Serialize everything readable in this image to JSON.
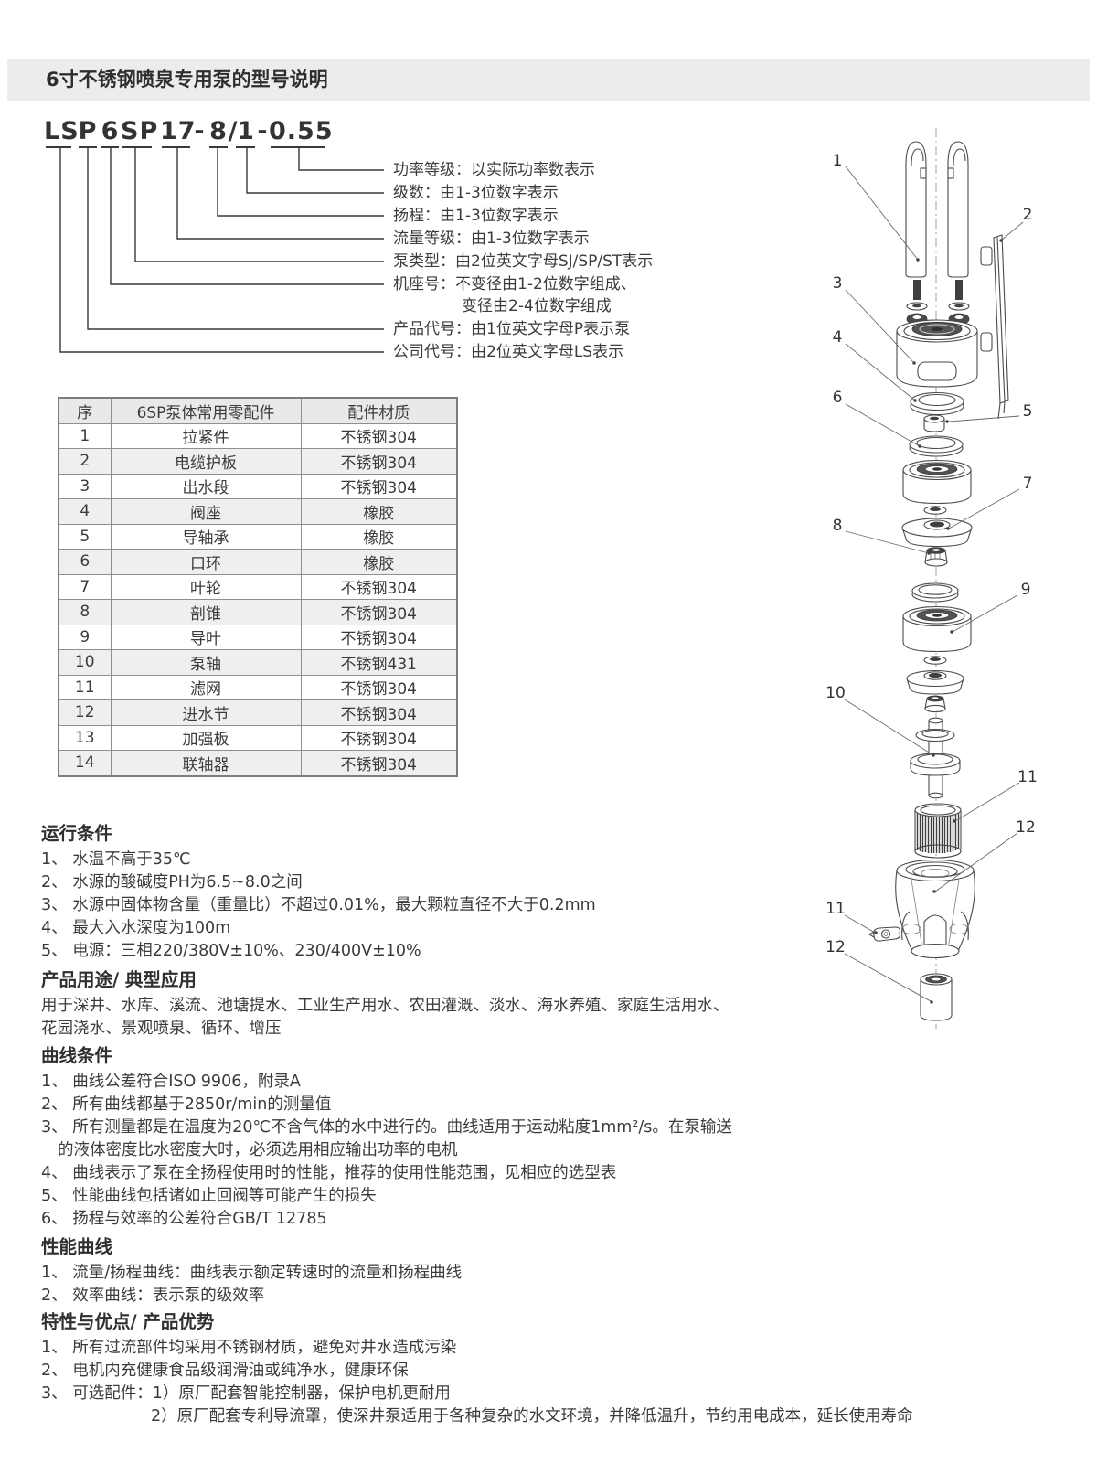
{
  "page": {
    "title": "6寸不锈钢喷泉专用泵的型号说明"
  },
  "model": {
    "code_tokens": [
      {
        "t": "LS"
      },
      {
        "t": "P"
      },
      {
        "t": "6"
      },
      {
        "t": "SP"
      },
      {
        "t": "17"
      },
      {
        "t": "-"
      },
      {
        "t": "8"
      },
      {
        "t": "/"
      },
      {
        "t": "1"
      },
      {
        "t": "-"
      },
      {
        "t": "0.55"
      }
    ],
    "labels": [
      "功率等级：以实际功率数表示",
      "级数：由1-3位数字表示",
      "扬程：由1-3位数字表示",
      "流量等级：由1-3位数字表示",
      "泵类型：由2位英文字母SJ/SP/ST表示",
      "机座号：不变径由1-2位数字组成、",
      "变径由2-4位数字组成",
      "产品代号：由1位英文字母P表示泵",
      "公司代号：由2位英文字母LS表示"
    ]
  },
  "parts_table": {
    "headers": [
      "序",
      "6SP泵体常用零配件",
      "配件材质"
    ],
    "rows": [
      [
        "1",
        "拉紧件",
        "不锈钢304"
      ],
      [
        "2",
        "电缆护板",
        "不锈钢304"
      ],
      [
        "3",
        "出水段",
        "不锈钢304"
      ],
      [
        "4",
        "阀座",
        "橡胶"
      ],
      [
        "5",
        "导轴承",
        "橡胶"
      ],
      [
        "6",
        "口环",
        "橡胶"
      ],
      [
        "7",
        "叶轮",
        "不锈钢304"
      ],
      [
        "8",
        "剖锥",
        "不锈钢304"
      ],
      [
        "9",
        "导叶",
        "不锈钢304"
      ],
      [
        "10",
        "泵轴",
        "不锈钢431"
      ],
      [
        "11",
        "滤网",
        "不锈钢304"
      ],
      [
        "12",
        "进水节",
        "不锈钢304"
      ],
      [
        "13",
        "加强板",
        "不锈钢304"
      ],
      [
        "14",
        "联轴器",
        "不锈钢304"
      ]
    ]
  },
  "diagram": {
    "callouts": [
      "1",
      "2",
      "3",
      "4",
      "5",
      "6",
      "7",
      "8",
      "9",
      "10",
      "11",
      "12",
      "11",
      "12"
    ]
  },
  "sections": [
    {
      "heading": "运行条件",
      "items": [
        "1、 水温不高于35℃",
        "2、 水源的酸碱度PH为6.5~8.0之间",
        "3、 水源中固体物含量（重量比）不超过0.01%，最大颗粒直径不大于0.2mm",
        "4、 最大入水深度为100m",
        "5、 电源：三相220/380V±10%、230/400V±10%"
      ]
    },
    {
      "heading": "产品用途/ 典型应用",
      "items": [
        "用于深井、水库、溪流、池塘提水、工业生产用水、农田灌溉、淡水、海水养殖、家庭生活用水、",
        "花园浇水、景观喷泉、循环、增压"
      ]
    },
    {
      "heading": "曲线条件",
      "items": [
        "1、 曲线公差符合ISO 9906，附录A",
        "2、 所有曲线都基于2850r/min的测量值",
        "3、 所有测量都是在温度为20℃不含气体的水中进行的。曲线适用于运动粘度1mm²/s。在泵输送",
        "的液体密度比水密度大时，必须选用相应输出功率的电机",
        "4、 曲线表示了泵在全扬程使用时的性能，推荐的使用性能范围，见相应的选型表",
        "5、 性能曲线包括诸如止回阀等可能产生的损失",
        "6、 扬程与效率的公差符合GB/T 12785"
      ]
    },
    {
      "heading": "性能曲线",
      "items": [
        "1、 流量/扬程曲线：曲线表示额定转速时的流量和扬程曲线",
        "2、 效率曲线：表示泵的级效率"
      ]
    },
    {
      "heading": "特性与优点/ 产品优势",
      "items": [
        "1、 所有过流部件均采用不锈钢材质，避免对井水造成污染",
        "2、 电机内充健康食品级润滑油或纯净水，健康环保",
        "3、 可选配件：1）原厂配套智能控制器，保护电机更耐用",
        "2）原厂配套专利导流罩，使深井泵适用于各种复杂的水文环境，并降低温升，节约用电成本，延长使用寿命"
      ]
    }
  ]
}
